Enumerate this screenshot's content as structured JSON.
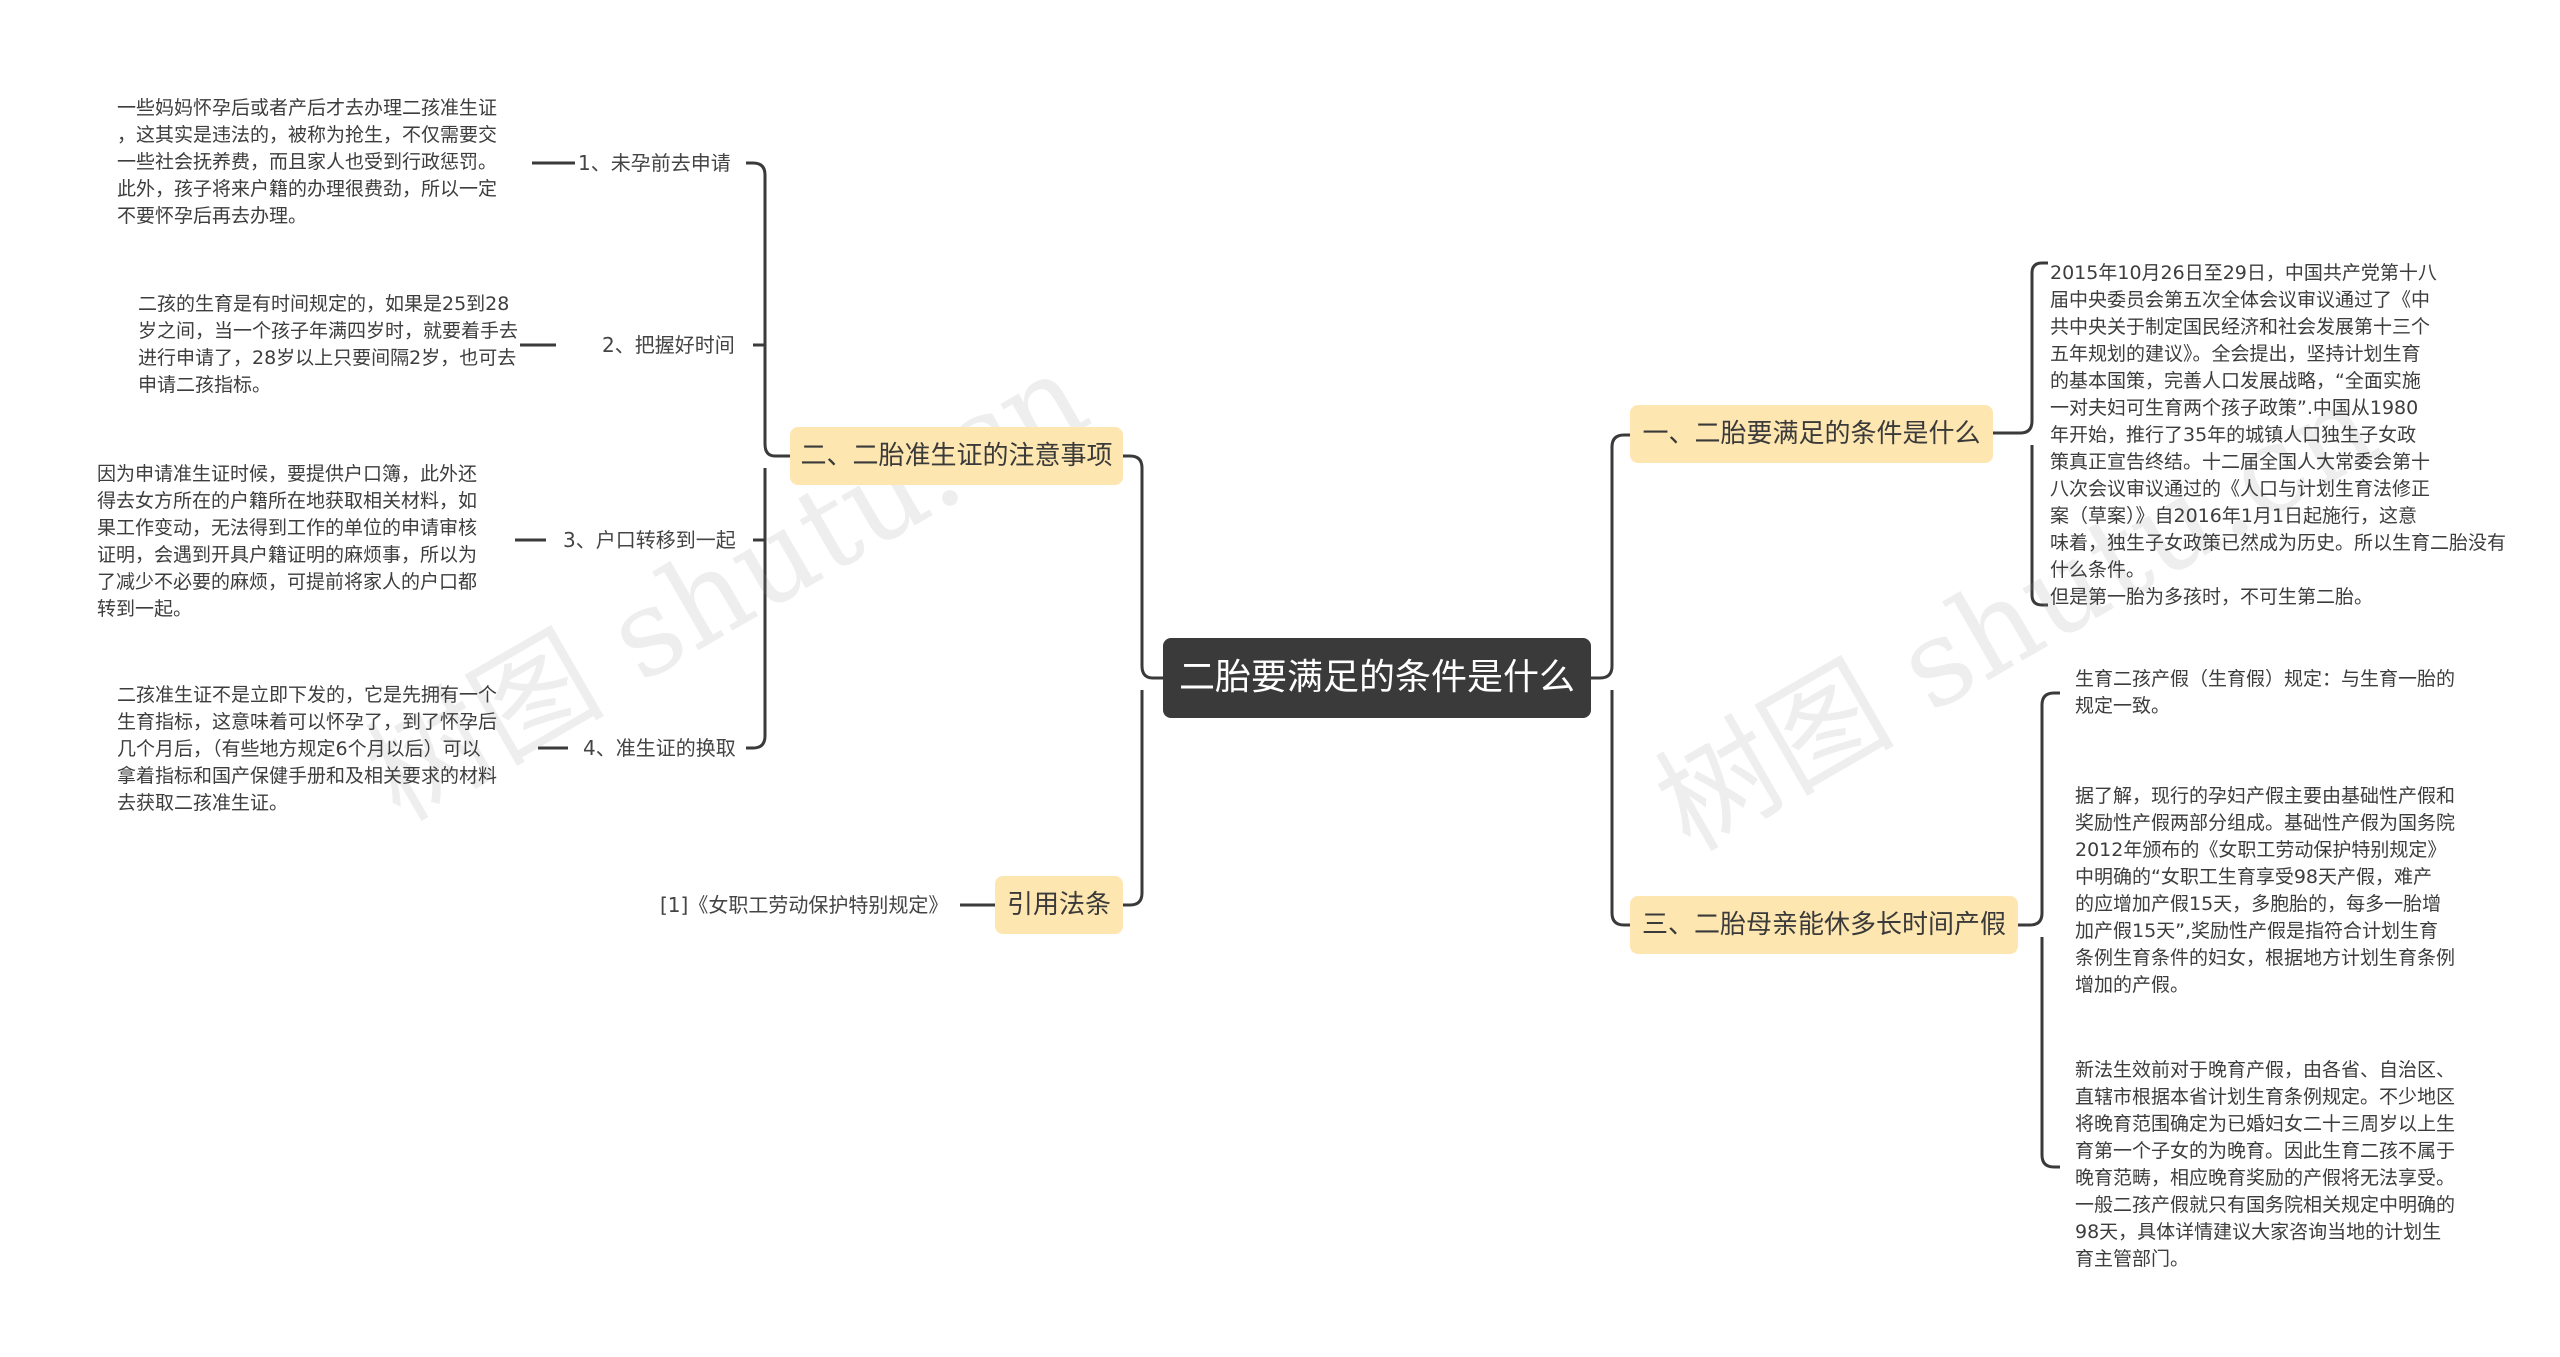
{
  "center": {
    "title": "二胎要满足的条件是什么"
  },
  "right_branches": [
    {
      "label": "一、二胎要满足的条件是什么",
      "paragraphs": [
        "2015年10月26日至29日，中国共产党第十八\n届中央委员会第五次全体会议审议通过了《中\n共中央关于制定国民经济和社会发展第十三个\n五年规划的建议》。全会提出，坚持计划生育\n的基本国策，完善人口发展战略，“全面实施\n一对夫妇可生育两个孩子政策”.中国从1980\n年开始，推行了35年的城镇人口独生子女政\n策真正宣告终结。十二届全国人大常委会第十\n八次会议审议通过的《人口与计划生育法修正\n案（草案）》自2016年1月1日起施行，这意\n味着，独生子女政策已然成为历史。所以生育二胎没有什么条件。\n但是第一胎为多孩时，不可生第二胎。"
      ]
    },
    {
      "label": "三、二胎母亲能休多长时间产假",
      "paragraphs": [
        "生育二孩产假（生育假）规定：与生育一胎的\n规定一致。",
        "据了解，现行的孕妇产假主要由基础性产假和\n奖励性产假两部分组成。基础性产假为国务院\n2012年颁布的《女职工劳动保护特别规定》\n中明确的“女职工生育享受98天产假，难产\n的应增加产假15天，多胞胎的，每多一胎增\n加产假15天”,奖励性产假是指符合计划生育\n条例生育条件的妇女，根据地方计划生育条例\n增加的产假。",
        "新法生效前对于晚育产假，由各省、自治区、\n直辖市根据本省计划生育条例规定。不少地区\n将晚育范围确定为已婚妇女二十三周岁以上生\n育第一个子女的为晚育。因此生育二孩不属于\n晚育范畴，相应晚育奖励的产假将无法享受。\n一般二孩产假就只有国务院相关规定中明确的\n98天，具体详情建议大家咨询当地的计划生\n育主管部门。"
      ]
    }
  ],
  "left_branches": [
    {
      "label": "二、二胎准生证的注意事项",
      "children": [
        {
          "label": "1、未孕前去申请",
          "text": "一些妈妈怀孕后或者产后才去办理二孩准生证\n，这其实是违法的，被称为抢生，不仅需要交\n一些社会抚养费，而且家人也受到行政惩罚。\n此外，孩子将来户籍的办理很费劲，所以一定\n不要怀孕后再去办理。"
        },
        {
          "label": "2、把握好时间",
          "text": "二孩的生育是有时间规定的，如果是25到28\n岁之间，当一个孩子年满四岁时，就要着手去\n进行申请了，28岁以上只要间隔2岁，也可去\n申请二孩指标。"
        },
        {
          "label": "3、户口转移到一起",
          "text": "因为申请准生证时候，要提供户口簿，此外还\n得去女方所在的户籍所在地获取相关材料，如\n果工作变动，无法得到工作的单位的申请审核\n证明，会遇到开具户籍证明的麻烦事，所以为\n了减少不必要的麻烦，可提前将家人的户口都\n转到一起。"
        },
        {
          "label": "4、准生证的换取",
          "text": "二孩准生证不是立即下发的，它是先拥有一个\n生育指标，这意味着可以怀孕了，到了怀孕后\n几个月后，（有些地方规定6个月以后）可以\n拿着指标和国产保健手册和及相关要求的材料\n去获取二孩准生证。"
        }
      ]
    },
    {
      "label": "引用法条",
      "children": [
        {
          "label": "[1]《女职工劳动保护特别规定》"
        }
      ]
    }
  ],
  "watermark": {
    "text": "树图 shutu.cn"
  },
  "colors": {
    "center_bg": "#3a3a3a",
    "branch_bg": "#fde6b0",
    "line": "#3a3a3a"
  }
}
